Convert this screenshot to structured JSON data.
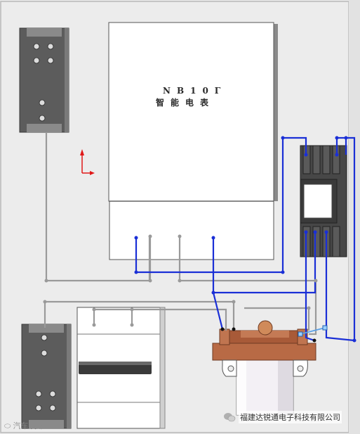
{
  "meter": {
    "model": "NB10Γ",
    "name": "智能电表"
  },
  "watermarks": {
    "left": "汽车设计",
    "right": "福建达锐通电子科技有限公司"
  },
  "icons": [
    "axis-triad-icon",
    "wechat-logo-icon",
    "watermark-logo-icon"
  ],
  "colors": {
    "panel": "#ececec",
    "wire_blue": "#1a2fd6",
    "wire_gray": "#9a9a9a",
    "rail_dark": "#5a5a5a",
    "copper": "#b86a45",
    "axis_red": "#e01818"
  }
}
